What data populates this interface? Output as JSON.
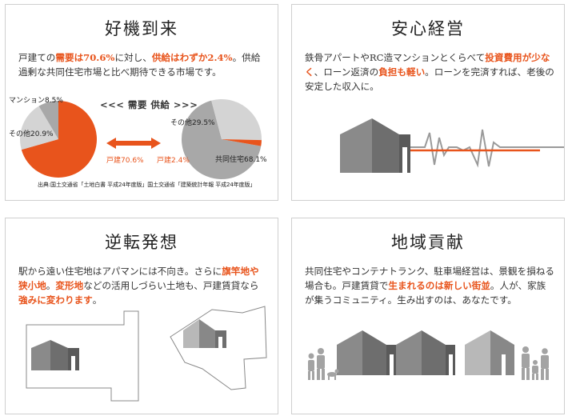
{
  "panels": [
    {
      "title": "好機到来",
      "body": [
        {
          "t": "戸建ての"
        },
        {
          "t": "需要は70.6%",
          "hl": true
        },
        {
          "t": "に対し、"
        },
        {
          "t": "供給はわずか2.4%",
          "hl": true
        },
        {
          "t": "。供給過剰な共同住宅市場と比べ期待できる市場です。"
        }
      ],
      "demand_supply_label": "<<<  需要    供給 >>>",
      "pie_demand": {
        "slices": [
          {
            "label": "戸建70.6%",
            "value": 70.6,
            "color": "#e8541c"
          },
          {
            "label": "その他20.9%",
            "value": 20.9,
            "color": "#d4d4d4"
          },
          {
            "label": "マンション8.5%",
            "value": 8.5,
            "color": "#a8a8a8"
          }
        ]
      },
      "pie_supply": {
        "slices": [
          {
            "label": "共同住宅68.1%",
            "value": 68.1,
            "color": "#a8a8a8"
          },
          {
            "label": "その他29.5%",
            "value": 29.5,
            "color": "#d4d4d4"
          },
          {
            "label": "戸建2.4%",
            "value": 2.4,
            "color": "#e8541c"
          }
        ]
      },
      "source": "出典:国土交通省「土地白書 平成24年度版」国土交通省「建築統計年報 平成24年度版」"
    },
    {
      "title": "安心経営",
      "body": [
        {
          "t": "鉄骨アパートやRC造マンションとくらべて"
        },
        {
          "t": "投資費用が少なく",
          "hl": true
        },
        {
          "t": "、ローン返済の"
        },
        {
          "t": "負担も軽い",
          "hl": true
        },
        {
          "t": "。ローンを完済すれば、老後の安定した収入に。"
        }
      ]
    },
    {
      "title": "逆転発想",
      "body": [
        {
          "t": "駅から遠い住宅地はアパマンには不向き。さらに"
        },
        {
          "t": "旗竿地や狭小地",
          "hl": true
        },
        {
          "t": "。"
        },
        {
          "t": "変形地",
          "hl": true
        },
        {
          "t": "などの活用しづらい土地も、戸建賃貸なら"
        },
        {
          "t": "強みに変わります",
          "hl": true
        },
        {
          "t": "。"
        }
      ]
    },
    {
      "title": "地域貢献",
      "body": [
        {
          "t": "共同住宅やコンテナトランク、駐車場経営は、景観を損ねる場合も。戸建賃貸で"
        },
        {
          "t": "生まれるのは新しい街並",
          "hl": true
        },
        {
          "t": "。人が、家族が集うコミュニティ。生み出すのは、あなたです。"
        }
      ]
    }
  ],
  "colors": {
    "accent": "#e8541c",
    "dark_gray": "#555555",
    "mid_gray": "#8a8a8a",
    "light_gray": "#bdbdbd"
  }
}
